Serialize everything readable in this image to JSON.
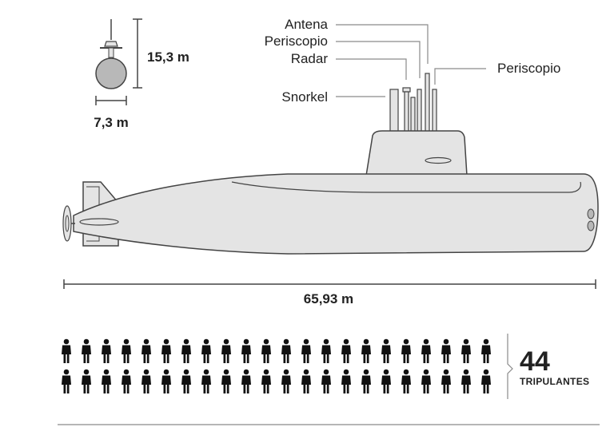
{
  "front_view": {
    "height_label": "15,3 m",
    "width_label": "7,3 m"
  },
  "mast_labels": {
    "antenna": "Antena",
    "periscope_1": "Periscopio",
    "radar": "Radar",
    "snorkel": "Snorkel",
    "periscope_2": "Periscopio"
  },
  "length_label": "65,93 m",
  "crew": {
    "count": "44",
    "label": "TRIPULANTES",
    "icon_rows": 2,
    "icons_per_row": 22
  },
  "colors": {
    "hull_fill": "#e4e4e4",
    "hull_stroke": "#444444",
    "text": "#222222",
    "leader_line": "#8a8a8a",
    "crew_icon": "#111111"
  }
}
